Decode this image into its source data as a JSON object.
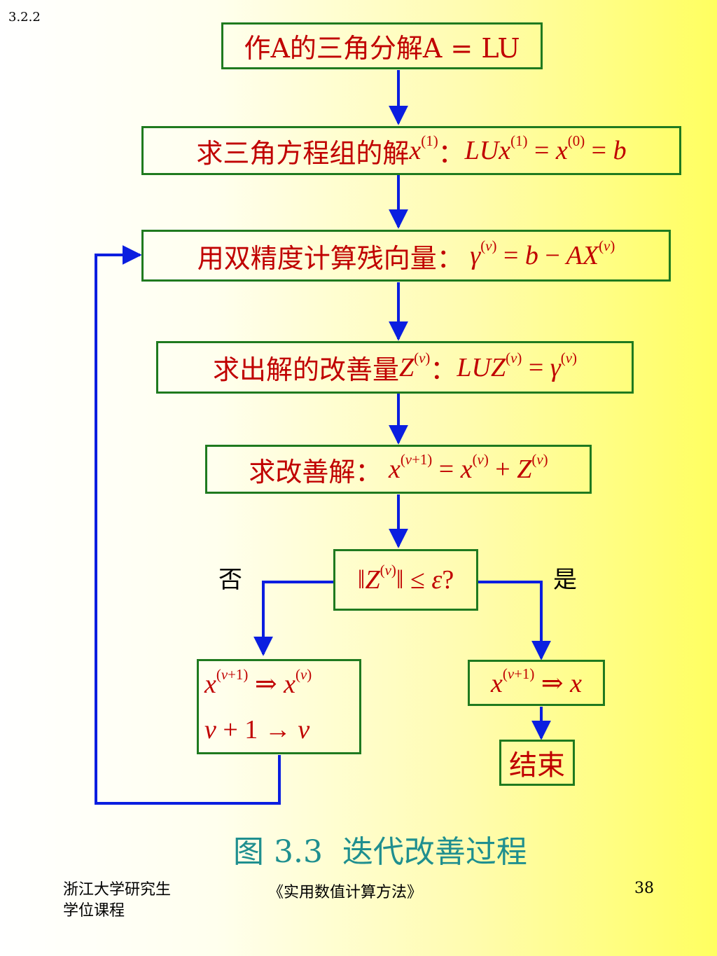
{
  "slide_number": "3.2.2",
  "steps": {
    "step1": {
      "text": "作A的三角分解A = LU"
    },
    "step2": {
      "cn": "求三角方程组的解",
      "sep": "："
    },
    "step3": {
      "cn": "用双精度计算残向量",
      "sep": "："
    },
    "step4": {
      "cn": "求出解的改善量",
      "sep": "："
    },
    "step5": {
      "cn": "求改善解",
      "sep": "："
    },
    "end": {
      "text": "结束"
    }
  },
  "decision": {
    "no_label": "否",
    "yes_label": "是"
  },
  "caption": "图 3.3  迭代改善过程",
  "footer": {
    "left_line1": "浙江大学研究生",
    "left_line2": "学位课程",
    "center": "《实用数值计算方法》",
    "page": "38"
  },
  "colors": {
    "box_border": "#1f7a1f",
    "box_text": "#c00000",
    "arrow": "#0a1ee0",
    "caption": "#1f8f8f"
  }
}
